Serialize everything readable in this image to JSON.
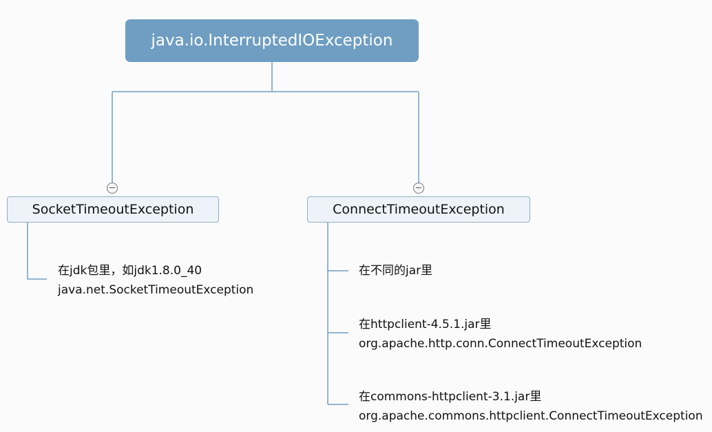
{
  "root": {
    "label": "java.io.InterruptedIOException"
  },
  "children": [
    {
      "label": "SocketTimeoutException",
      "leaves": [
        {
          "lines": [
            "在jdk包里，如jdk1.8.0_40",
            "java.net.SocketTimeoutException"
          ]
        }
      ]
    },
    {
      "label": "ConnectTimeoutException",
      "leaves": [
        {
          "lines": [
            "在不同的jar里"
          ]
        },
        {
          "lines": [
            "在httpclient-4.5.1.jar里",
            "org.apache.http.conn.ConnectTimeoutException"
          ]
        },
        {
          "lines": [
            "在commons-httpclient-3.1.jar里",
            "org.apache.commons.httpclient.ConnectTimeoutException"
          ]
        }
      ]
    }
  ],
  "icons": {
    "collapse": "minus-circle"
  },
  "colors": {
    "root_fill": "#6f9ec2",
    "child_fill": "#edf3f8",
    "child_border": "#8eaec6",
    "connector": "#6f9ec2",
    "background": "#fbfbfb"
  }
}
